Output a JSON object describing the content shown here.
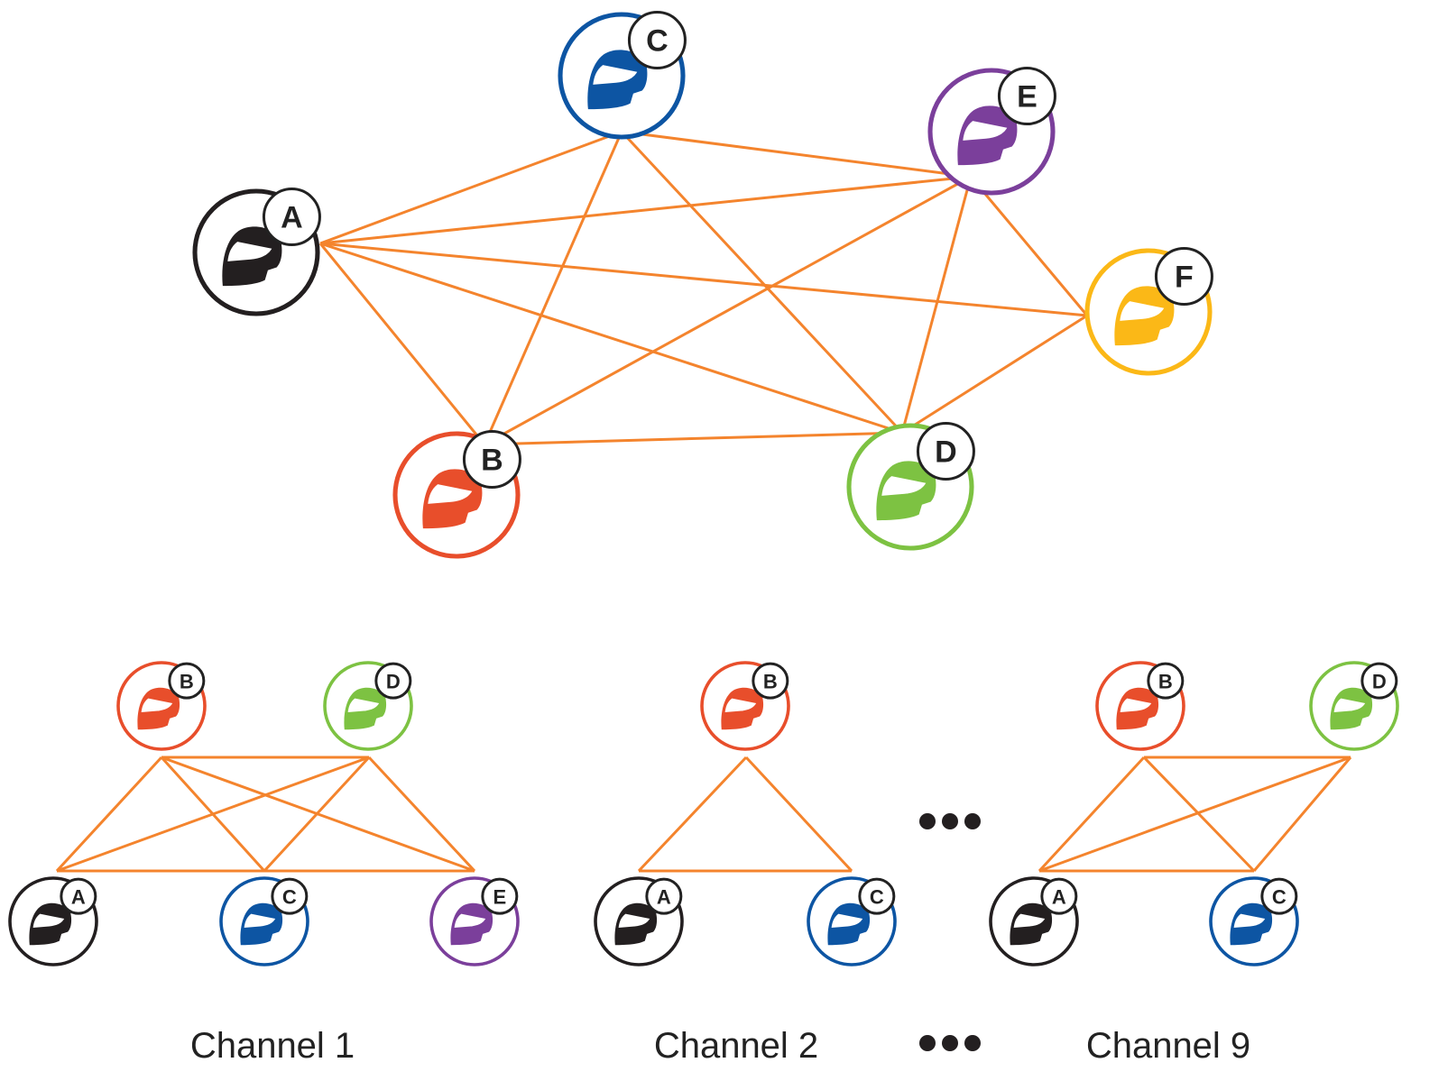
{
  "colors": {
    "link": "#F4842D",
    "A": "#231F20",
    "B": "#E84E2B",
    "C": "#0D55A3",
    "D": "#7DC242",
    "E": "#7B3F9B",
    "F": "#FBB817"
  },
  "mesh": {
    "nodes": [
      "A",
      "B",
      "C",
      "D",
      "E",
      "F"
    ],
    "links": [
      [
        "A",
        "C"
      ],
      [
        "A",
        "E"
      ],
      [
        "A",
        "F"
      ],
      [
        "A",
        "B"
      ],
      [
        "A",
        "D"
      ],
      [
        "C",
        "E"
      ],
      [
        "C",
        "B"
      ],
      [
        "C",
        "D"
      ],
      [
        "E",
        "B"
      ],
      [
        "E",
        "D"
      ],
      [
        "E",
        "F"
      ],
      [
        "B",
        "D"
      ],
      [
        "F",
        "D"
      ]
    ]
  },
  "channels": [
    {
      "label": "Channel 1",
      "nodes": [
        "B",
        "D",
        "A",
        "C",
        "E"
      ],
      "links": [
        [
          "B",
          "D"
        ],
        [
          "B",
          "A"
        ],
        [
          "B",
          "C"
        ],
        [
          "B",
          "E"
        ],
        [
          "D",
          "A"
        ],
        [
          "D",
          "C"
        ],
        [
          "D",
          "E"
        ],
        [
          "A",
          "E"
        ]
      ]
    },
    {
      "label": "Channel 2",
      "nodes": [
        "B",
        "A",
        "C"
      ],
      "links": [
        [
          "B",
          "A"
        ],
        [
          "B",
          "C"
        ],
        [
          "A",
          "C"
        ]
      ]
    },
    {
      "label": "Channel 9",
      "nodes": [
        "B",
        "D",
        "A",
        "C"
      ],
      "links": [
        [
          "B",
          "D"
        ],
        [
          "B",
          "A"
        ],
        [
          "B",
          "C"
        ],
        [
          "D",
          "A"
        ],
        [
          "D",
          "C"
        ],
        [
          "A",
          "C"
        ]
      ]
    }
  ],
  "ellipsis_icon": "ellipsis-dots-icon"
}
